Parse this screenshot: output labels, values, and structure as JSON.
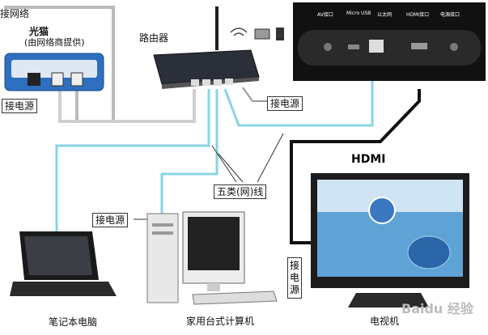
{
  "labels": {
    "internet": "接网络",
    "modem_title": "光猫",
    "modem_sub": "(由网络商提供)",
    "router": "路由器",
    "power_modem": "接电源",
    "power_router": "接电源",
    "power_pc": "接电源",
    "power_tv": "接电源",
    "cable": "五类(网)线",
    "hdmi": "HDMI",
    "laptop": "笔记本电脑",
    "desktop": "家用台式计算机",
    "tv": "电视机"
  },
  "box_ports": [
    "AV接口",
    "Micro USB",
    "以太网",
    "HDMI接口",
    "电源接口"
  ],
  "watermark": "Baidu 经验"
}
